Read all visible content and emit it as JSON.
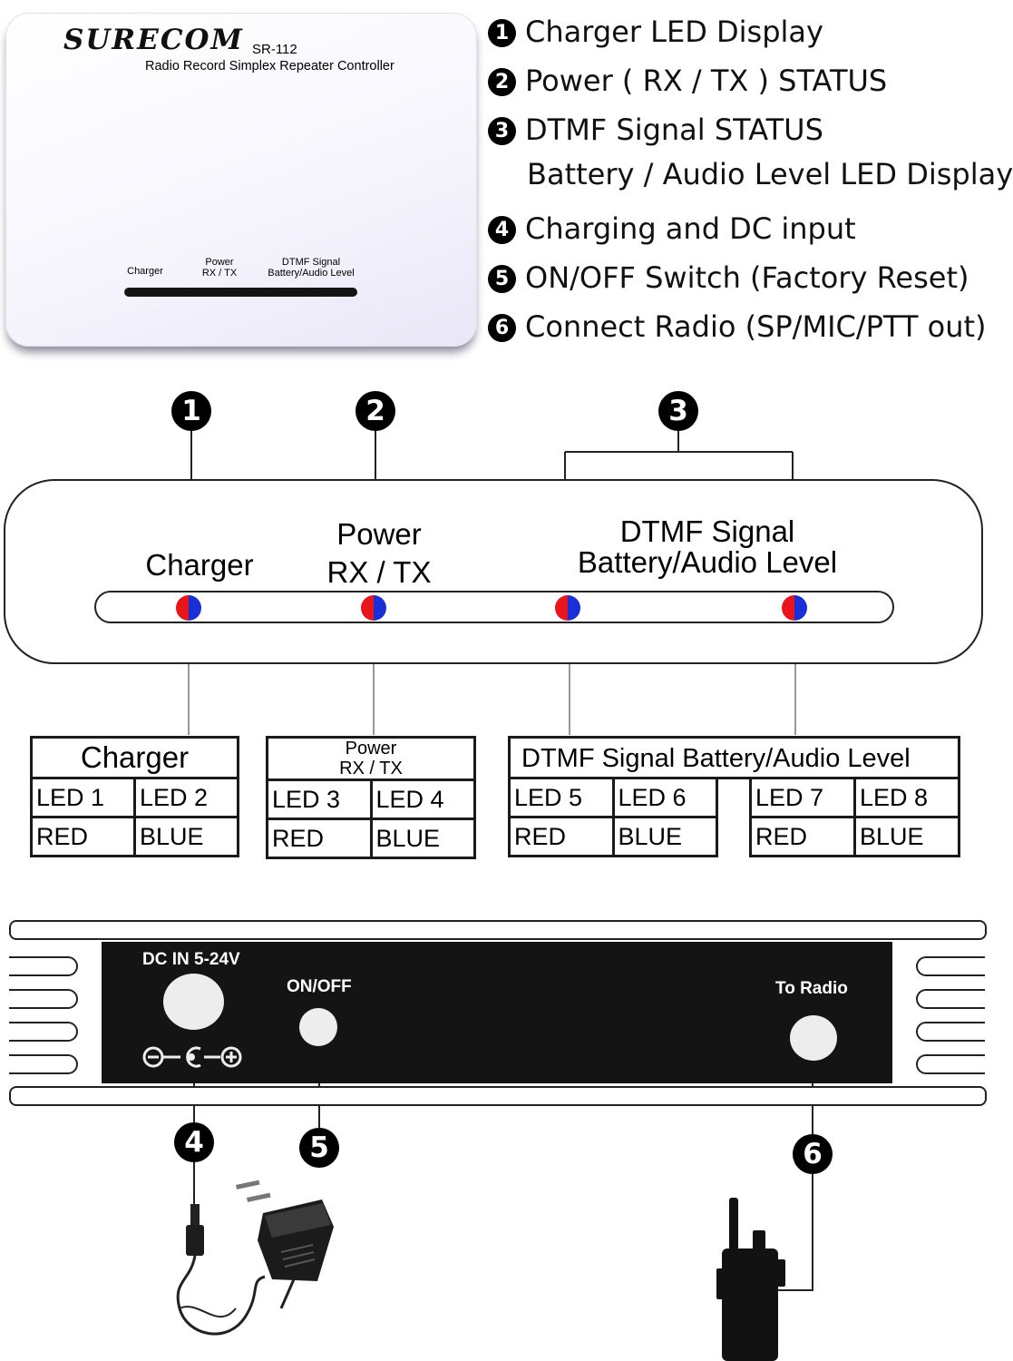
{
  "device": {
    "brand": "SURECOM",
    "model": "SR-112",
    "tagline": "Radio Record Simplex Repeater Controller",
    "labels": {
      "charger": "Charger",
      "power_1": "Power",
      "power_2": "RX / TX",
      "dtmf_1": "DTMF Signal",
      "dtmf_2": "Battery/Audio Level"
    }
  },
  "legend": [
    {
      "num": "1",
      "text": "Charger LED Display"
    },
    {
      "num": "2",
      "text": "Power ( RX / TX ) STATUS"
    },
    {
      "num": "3",
      "text": "DTMF Signal STATUS",
      "text2": "Battery / Audio Level LED Display"
    },
    {
      "num": "4",
      "text": "Charging and DC input"
    },
    {
      "num": "5",
      "text": "ON/OFF Switch (Factory Reset)"
    },
    {
      "num": "6",
      "text": "Connect  Radio (SP/MIC/PTT out)"
    }
  ],
  "callouts": [
    "1",
    "2",
    "3",
    "4",
    "5",
    "6"
  ],
  "front_panel": {
    "charger": "Charger",
    "power_1": "Power",
    "power_2": "RX / TX",
    "dtmf_1": "DTMF Signal",
    "dtmf_2": "Battery/Audio Level",
    "led_colors": {
      "left": "#e8151b",
      "right": "#1a2fd6"
    }
  },
  "tables": {
    "charger": {
      "title": "Charger",
      "cols": [
        "LED 1",
        "LED 2"
      ],
      "colors": [
        "RED",
        "BLUE"
      ]
    },
    "power": {
      "title_1": "Power",
      "title_2": "RX / TX",
      "cols": [
        "LED 3",
        "LED 4"
      ],
      "colors": [
        "RED",
        "BLUE"
      ]
    },
    "dtmf": {
      "title": "DTMF Signal Battery/Audio Level"
    },
    "dtmf_a": {
      "cols": [
        "LED 5",
        "LED 6"
      ],
      "colors": [
        "RED",
        "BLUE"
      ]
    },
    "dtmf_b": {
      "cols": [
        "LED 7",
        "LED 8"
      ],
      "colors": [
        "RED",
        "BLUE"
      ]
    }
  },
  "rear_panel": {
    "dc_in": "DC IN 5-24V",
    "on_off": "ON/OFF",
    "to_radio": "To Radio"
  }
}
